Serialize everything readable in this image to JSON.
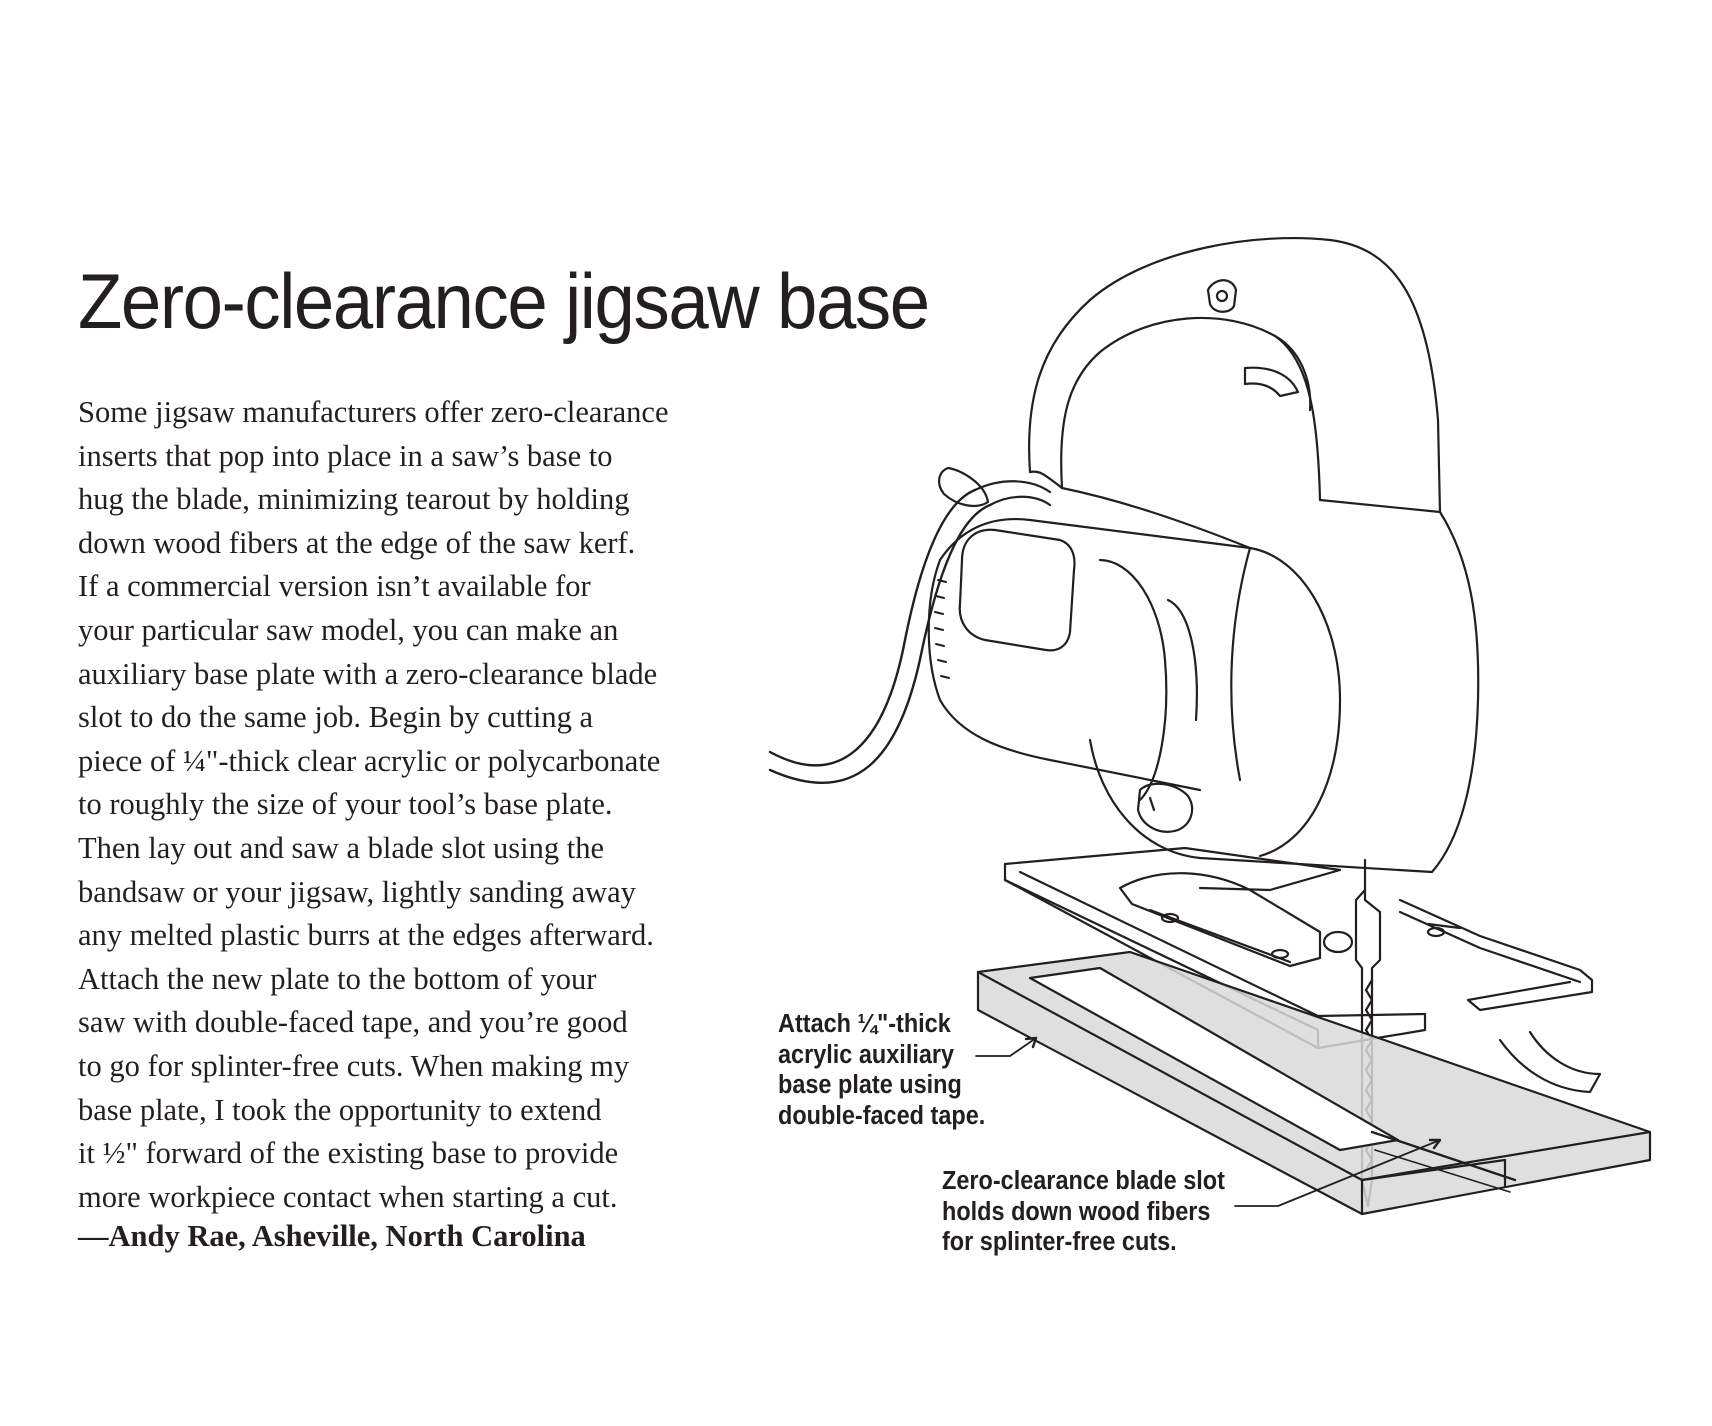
{
  "title": "Zero-clearance jigsaw base",
  "body_lines": [
    "Some jigsaw manufacturers offer zero-clearance",
    "inserts that pop into place in a saw’s base to",
    "hug the blade, minimizing tearout by holding",
    "down wood fibers at the edge of the saw kerf.",
    "If a commercial version isn’t available for",
    "your particular saw model, you can make an",
    "auxiliary base plate with a zero-clearance blade",
    "slot to do the same job. Begin by cutting a",
    "piece of ¼\"-thick clear acrylic or polycarbonate",
    "to roughly the size of your tool’s base plate.",
    "Then lay out and saw a blade slot using the",
    "bandsaw or your jigsaw, lightly sanding away",
    "any melted plastic burrs at the edges afterward.",
    "Attach the new plate to the bottom of your",
    "saw with double-faced tape, and you’re good",
    "to go for splinter-free cuts. When making my",
    "base plate, I took the opportunity to extend",
    "it ½\" forward of the existing base to provide",
    "more workpiece contact when starting a cut."
  ],
  "byline": "—Andy Rae, Asheville, North Carolina",
  "callouts": [
    {
      "lines": [
        "Attach ¼\"-thick",
        "acrylic auxiliary",
        "base plate using",
        "double-faced tape."
      ]
    },
    {
      "lines": [
        "Zero-clearance blade slot",
        "holds down wood fibers",
        "for splinter-free cuts."
      ]
    }
  ],
  "colors": {
    "text": "#231f20",
    "line_art": "#231f20",
    "acrylic_fill": "#d9d9d9",
    "background": "#ffffff"
  }
}
